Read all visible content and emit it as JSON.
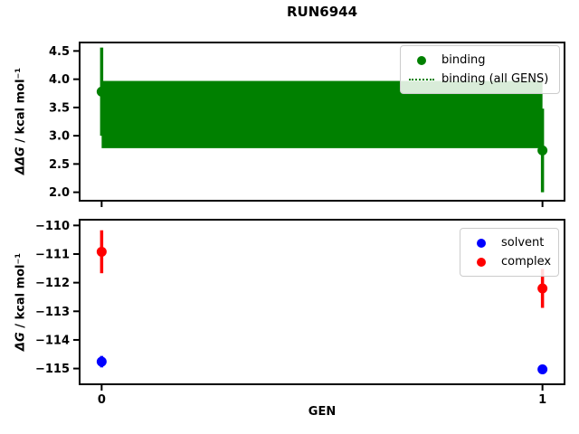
{
  "figure": {
    "title": "RUN6944",
    "background": "#ffffff",
    "text_color": "#000000"
  },
  "chart_data": [
    {
      "type": "scatter",
      "name": "binding-plot",
      "xlabel": "",
      "ylabel_math": "ΔΔG",
      "ylabel_units": " / kcal mol⁻¹",
      "xlim": [
        -0.05,
        1.05
      ],
      "ylim": [
        1.85,
        4.65
      ],
      "grid": false,
      "xticks": {
        "values": [
          0,
          1
        ],
        "labels": [
          "",
          ""
        ]
      },
      "yticks": {
        "values": [
          2.0,
          2.5,
          3.0,
          3.5,
          4.0,
          4.5
        ],
        "labels": [
          "2.0",
          "2.5",
          "3.0",
          "3.5",
          "4.0",
          "4.5"
        ]
      },
      "series": [
        {
          "name": "binding",
          "color": "#008000",
          "marker": "circle",
          "points": [
            {
              "x": 0,
              "y": 3.78,
              "yerr": 0.78
            },
            {
              "x": 1,
              "y": 2.74,
              "yerr": 0.74
            }
          ]
        }
      ],
      "band": {
        "name": "binding (all GENS)",
        "color": "#008000",
        "x0": 0,
        "x1": 1,
        "ylo": 2.78,
        "yhi": 3.97,
        "mean": 3.37,
        "linestyle": "dotted"
      },
      "legend": {
        "position": "upper right",
        "entries": [
          {
            "label": "binding",
            "handle": "marker",
            "color": "#008000"
          },
          {
            "label": "binding (all GENS)",
            "handle": "dotted-line",
            "color": "#008000"
          }
        ]
      }
    },
    {
      "type": "scatter",
      "name": "free-energy-plot",
      "xlabel": "GEN",
      "ylabel_math": "ΔG",
      "ylabel_units": " / kcal mol⁻¹",
      "xlim": [
        -0.05,
        1.05
      ],
      "ylim": [
        -115.55,
        -109.8
      ],
      "grid": false,
      "xticks": {
        "values": [
          0,
          1
        ],
        "labels": [
          "0",
          "1"
        ]
      },
      "yticks": {
        "values": [
          -115,
          -114,
          -113,
          -112,
          -111,
          -110
        ],
        "labels": [
          "−115",
          "−114",
          "−113",
          "−112",
          "−111",
          "−110"
        ]
      },
      "series": [
        {
          "name": "solvent",
          "color": "#0000ff",
          "marker": "circle",
          "points": [
            {
              "x": 0,
              "y": -114.76,
              "yerr": 0.2
            },
            {
              "x": 1,
              "y": -115.03,
              "yerr": 0.15
            }
          ]
        },
        {
          "name": "complex",
          "color": "#ff0000",
          "marker": "circle",
          "points": [
            {
              "x": 0,
              "y": -110.92,
              "yerr": 0.75
            },
            {
              "x": 1,
              "y": -112.2,
              "yerr": 0.68
            }
          ]
        }
      ],
      "legend": {
        "position": "upper right",
        "entries": [
          {
            "label": "solvent",
            "handle": "marker",
            "color": "#0000ff"
          },
          {
            "label": "complex",
            "handle": "marker",
            "color": "#ff0000"
          }
        ]
      }
    }
  ]
}
